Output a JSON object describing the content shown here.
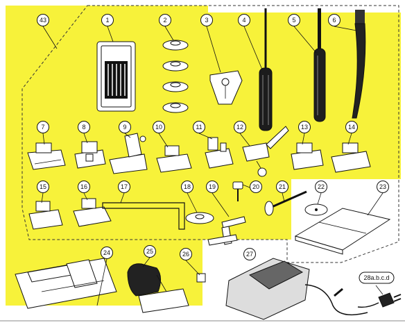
{
  "diagram": {
    "highlight_color": "#f7f23a",
    "line_color": "#111111",
    "callouts": [
      "43",
      "1",
      "2",
      "3",
      "4",
      "5",
      "6",
      "7",
      "8",
      "9",
      "10",
      "11",
      "12",
      "13",
      "14",
      "15",
      "16",
      "17",
      "18",
      "19",
      "20",
      "21",
      "22",
      "23",
      "24",
      "25",
      "26",
      "27",
      "28a.b.c.d"
    ]
  }
}
